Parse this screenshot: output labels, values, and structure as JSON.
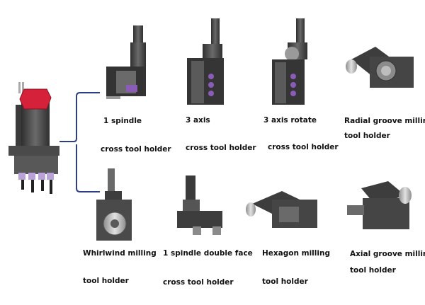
{
  "colors": {
    "connector": "#2c3f86",
    "body_dark": "#3d3d3d",
    "body_mid": "#5a5a5a",
    "steel": "#b9b9b9",
    "purple_accent": "#8a5cb8",
    "red_cap": "#d6213b"
  },
  "items": [
    {
      "line1": "1 spindle",
      "line2": "cross tool holder"
    },
    {
      "line1": "3 axis",
      "line2": "cross tool holder"
    },
    {
      "line1": "3 axis rotate",
      "line2": "cross tool holder"
    },
    {
      "line1": "Radial groove milling",
      "line2": "tool holder"
    },
    {
      "line1": "Whirlwind milling",
      "line2": "tool holder"
    },
    {
      "line1": "1 spindle double face",
      "line2": "cross tool holder"
    },
    {
      "line1": "Hexagon milling",
      "line2": "tool holder"
    },
    {
      "line1": "Axial groove milling",
      "line2": "tool holder"
    }
  ]
}
